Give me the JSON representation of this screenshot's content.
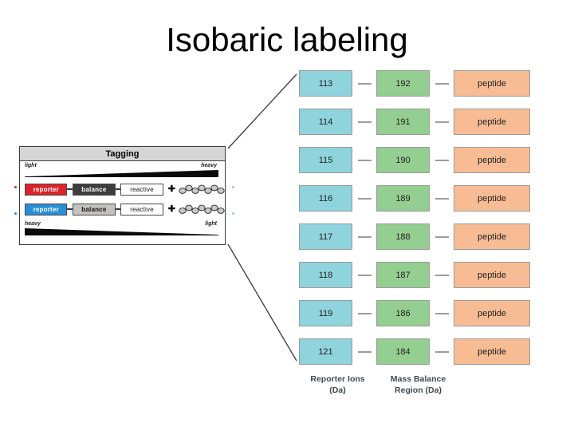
{
  "slide": {
    "title": "Isobaric labeling",
    "background": "#ffffff"
  },
  "tagging_panel": {
    "header": "Tagging",
    "top_gradient": {
      "left_label": "light",
      "right_label": "heavy"
    },
    "bottom_gradient": {
      "left_label": "heavy",
      "right_label": "light"
    },
    "rows": [
      {
        "reporter": "reporter",
        "balance": "balance",
        "reactive": "reactive",
        "plus": "✛",
        "reporter_color": "#d9252a",
        "balance_color": "#3d3d3d",
        "beads": 7
      },
      {
        "reporter": "reporter",
        "balance": "balance",
        "reactive": "reactive",
        "plus": "✛",
        "reporter_color": "#2a8ed6",
        "balance_color": "#c4c2bf",
        "beads": 7
      }
    ]
  },
  "ladder": {
    "colors": {
      "reporter": "#8fd3dc",
      "balance": "#94ce90",
      "peptide": "#f8bc94",
      "dash": "#9d9d9d"
    },
    "peptide_label": "peptide",
    "rows": [
      {
        "reporter_ion": "113",
        "mass_balance": "192",
        "peptide": "peptide"
      },
      {
        "reporter_ion": "114",
        "mass_balance": "191",
        "peptide": "peptide"
      },
      {
        "reporter_ion": "115",
        "mass_balance": "190",
        "peptide": "peptide"
      },
      {
        "reporter_ion": "116",
        "mass_balance": "189",
        "peptide": "peptide"
      },
      {
        "reporter_ion": "117",
        "mass_balance": "188",
        "peptide": "peptide"
      },
      {
        "reporter_ion": "118",
        "mass_balance": "187",
        "peptide": "peptide"
      },
      {
        "reporter_ion": "119",
        "mass_balance": "186",
        "peptide": "peptide"
      },
      {
        "reporter_ion": "121",
        "mass_balance": "184",
        "peptide": "peptide"
      }
    ],
    "captions": {
      "reporter_line1": "Reporter Ions",
      "reporter_line2": "(Da)",
      "balance_line1": "Mass Balance",
      "balance_line2": "Region (Da)"
    }
  }
}
